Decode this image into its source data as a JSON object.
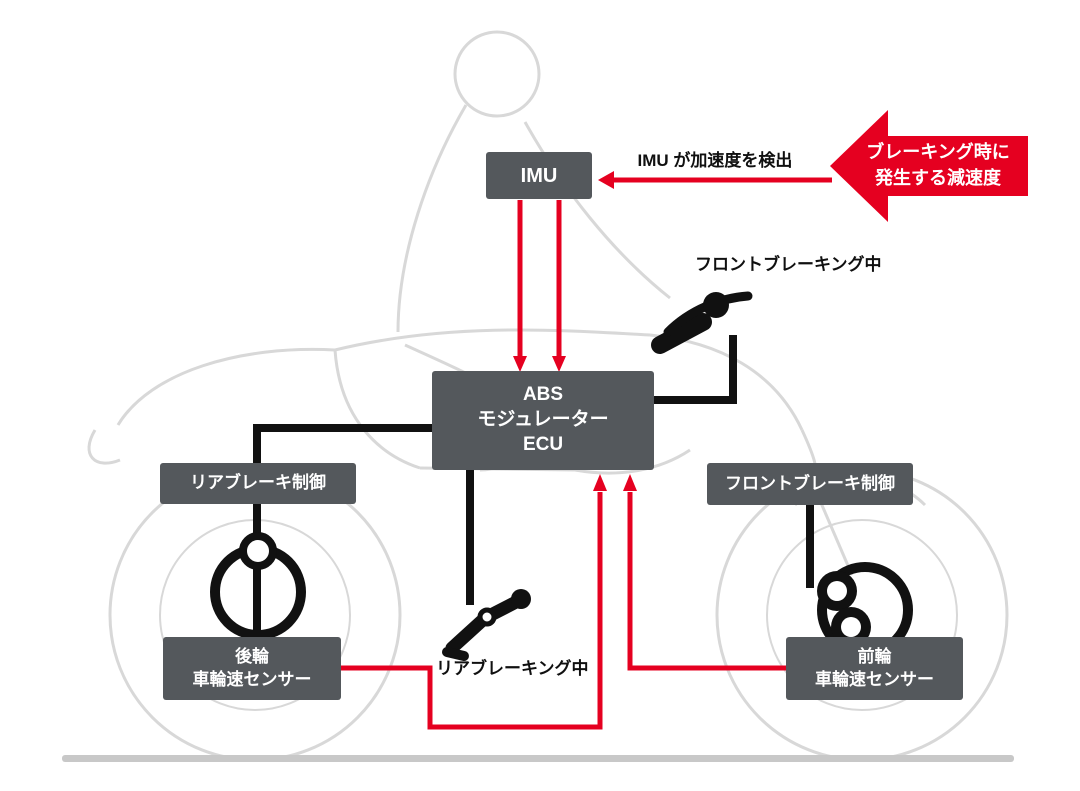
{
  "diagram": {
    "boxes": {
      "imu": {
        "label": "IMU"
      },
      "abs_ecu": {
        "line1": "ABS",
        "line2": "モジュレーター",
        "line3": "ECU"
      },
      "rear_brake_control": {
        "label": "リアブレーキ制御"
      },
      "front_brake_control": {
        "label": "フロントブレーキ制御"
      },
      "rear_wheel_sensor": {
        "line1": "後輪",
        "line2": "車輪速センサー"
      },
      "front_wheel_sensor": {
        "line1": "前輪",
        "line2": "車輪速センサー"
      }
    },
    "labels": {
      "imu_detect": "IMU が加速度を検出",
      "front_braking": "フロントブレーキング中",
      "rear_braking": "リアブレーキング中",
      "decel_line1": "ブレーキング時に",
      "decel_line2": "発生する減速度"
    },
    "colors": {
      "box_gray": "#54585c",
      "accent_red": "#e50020",
      "line_black": "#111111",
      "silhouette_gray": "#d8d8d8",
      "ground_gray": "#c8c8c8"
    }
  }
}
